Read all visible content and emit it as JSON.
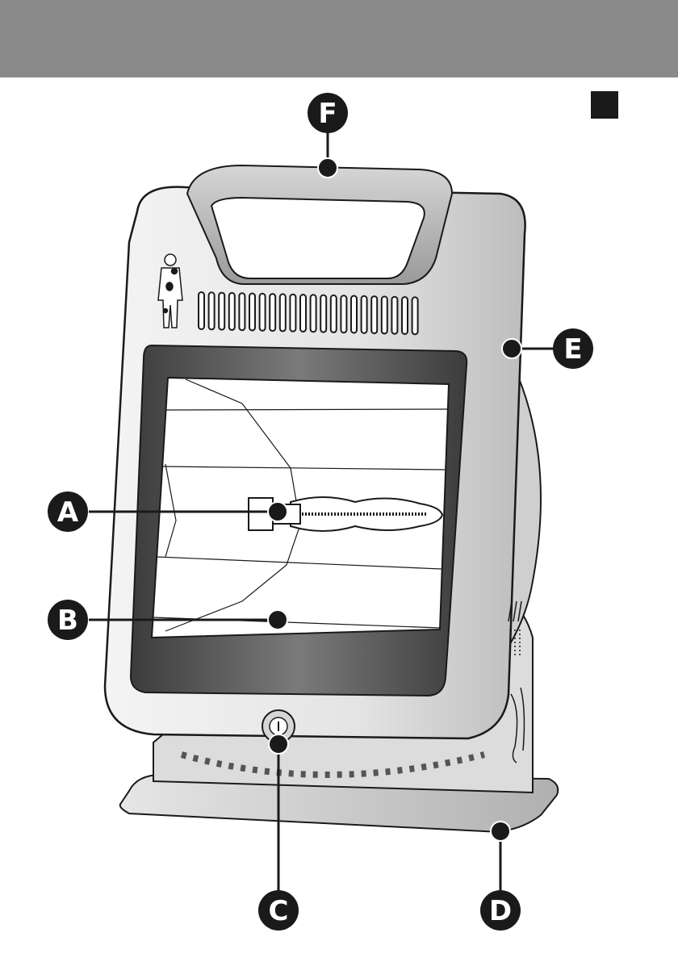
{
  "header": {
    "color": "#8a8a8a"
  },
  "corner_marker": {
    "color": "#1a1a1a"
  },
  "callouts": [
    {
      "id": "A",
      "label": "A"
    },
    {
      "id": "B",
      "label": "B"
    },
    {
      "id": "C",
      "label": "C"
    },
    {
      "id": "D",
      "label": "D"
    },
    {
      "id": "E",
      "label": "E"
    },
    {
      "id": "F",
      "label": "F"
    }
  ],
  "colors": {
    "callout_fill": "#1a1a1a",
    "body_light": "#f2f2f2",
    "body_shade": "#c4c4c4",
    "frame_dark": "#4a4a4a",
    "outline": "#1a1a1a"
  }
}
